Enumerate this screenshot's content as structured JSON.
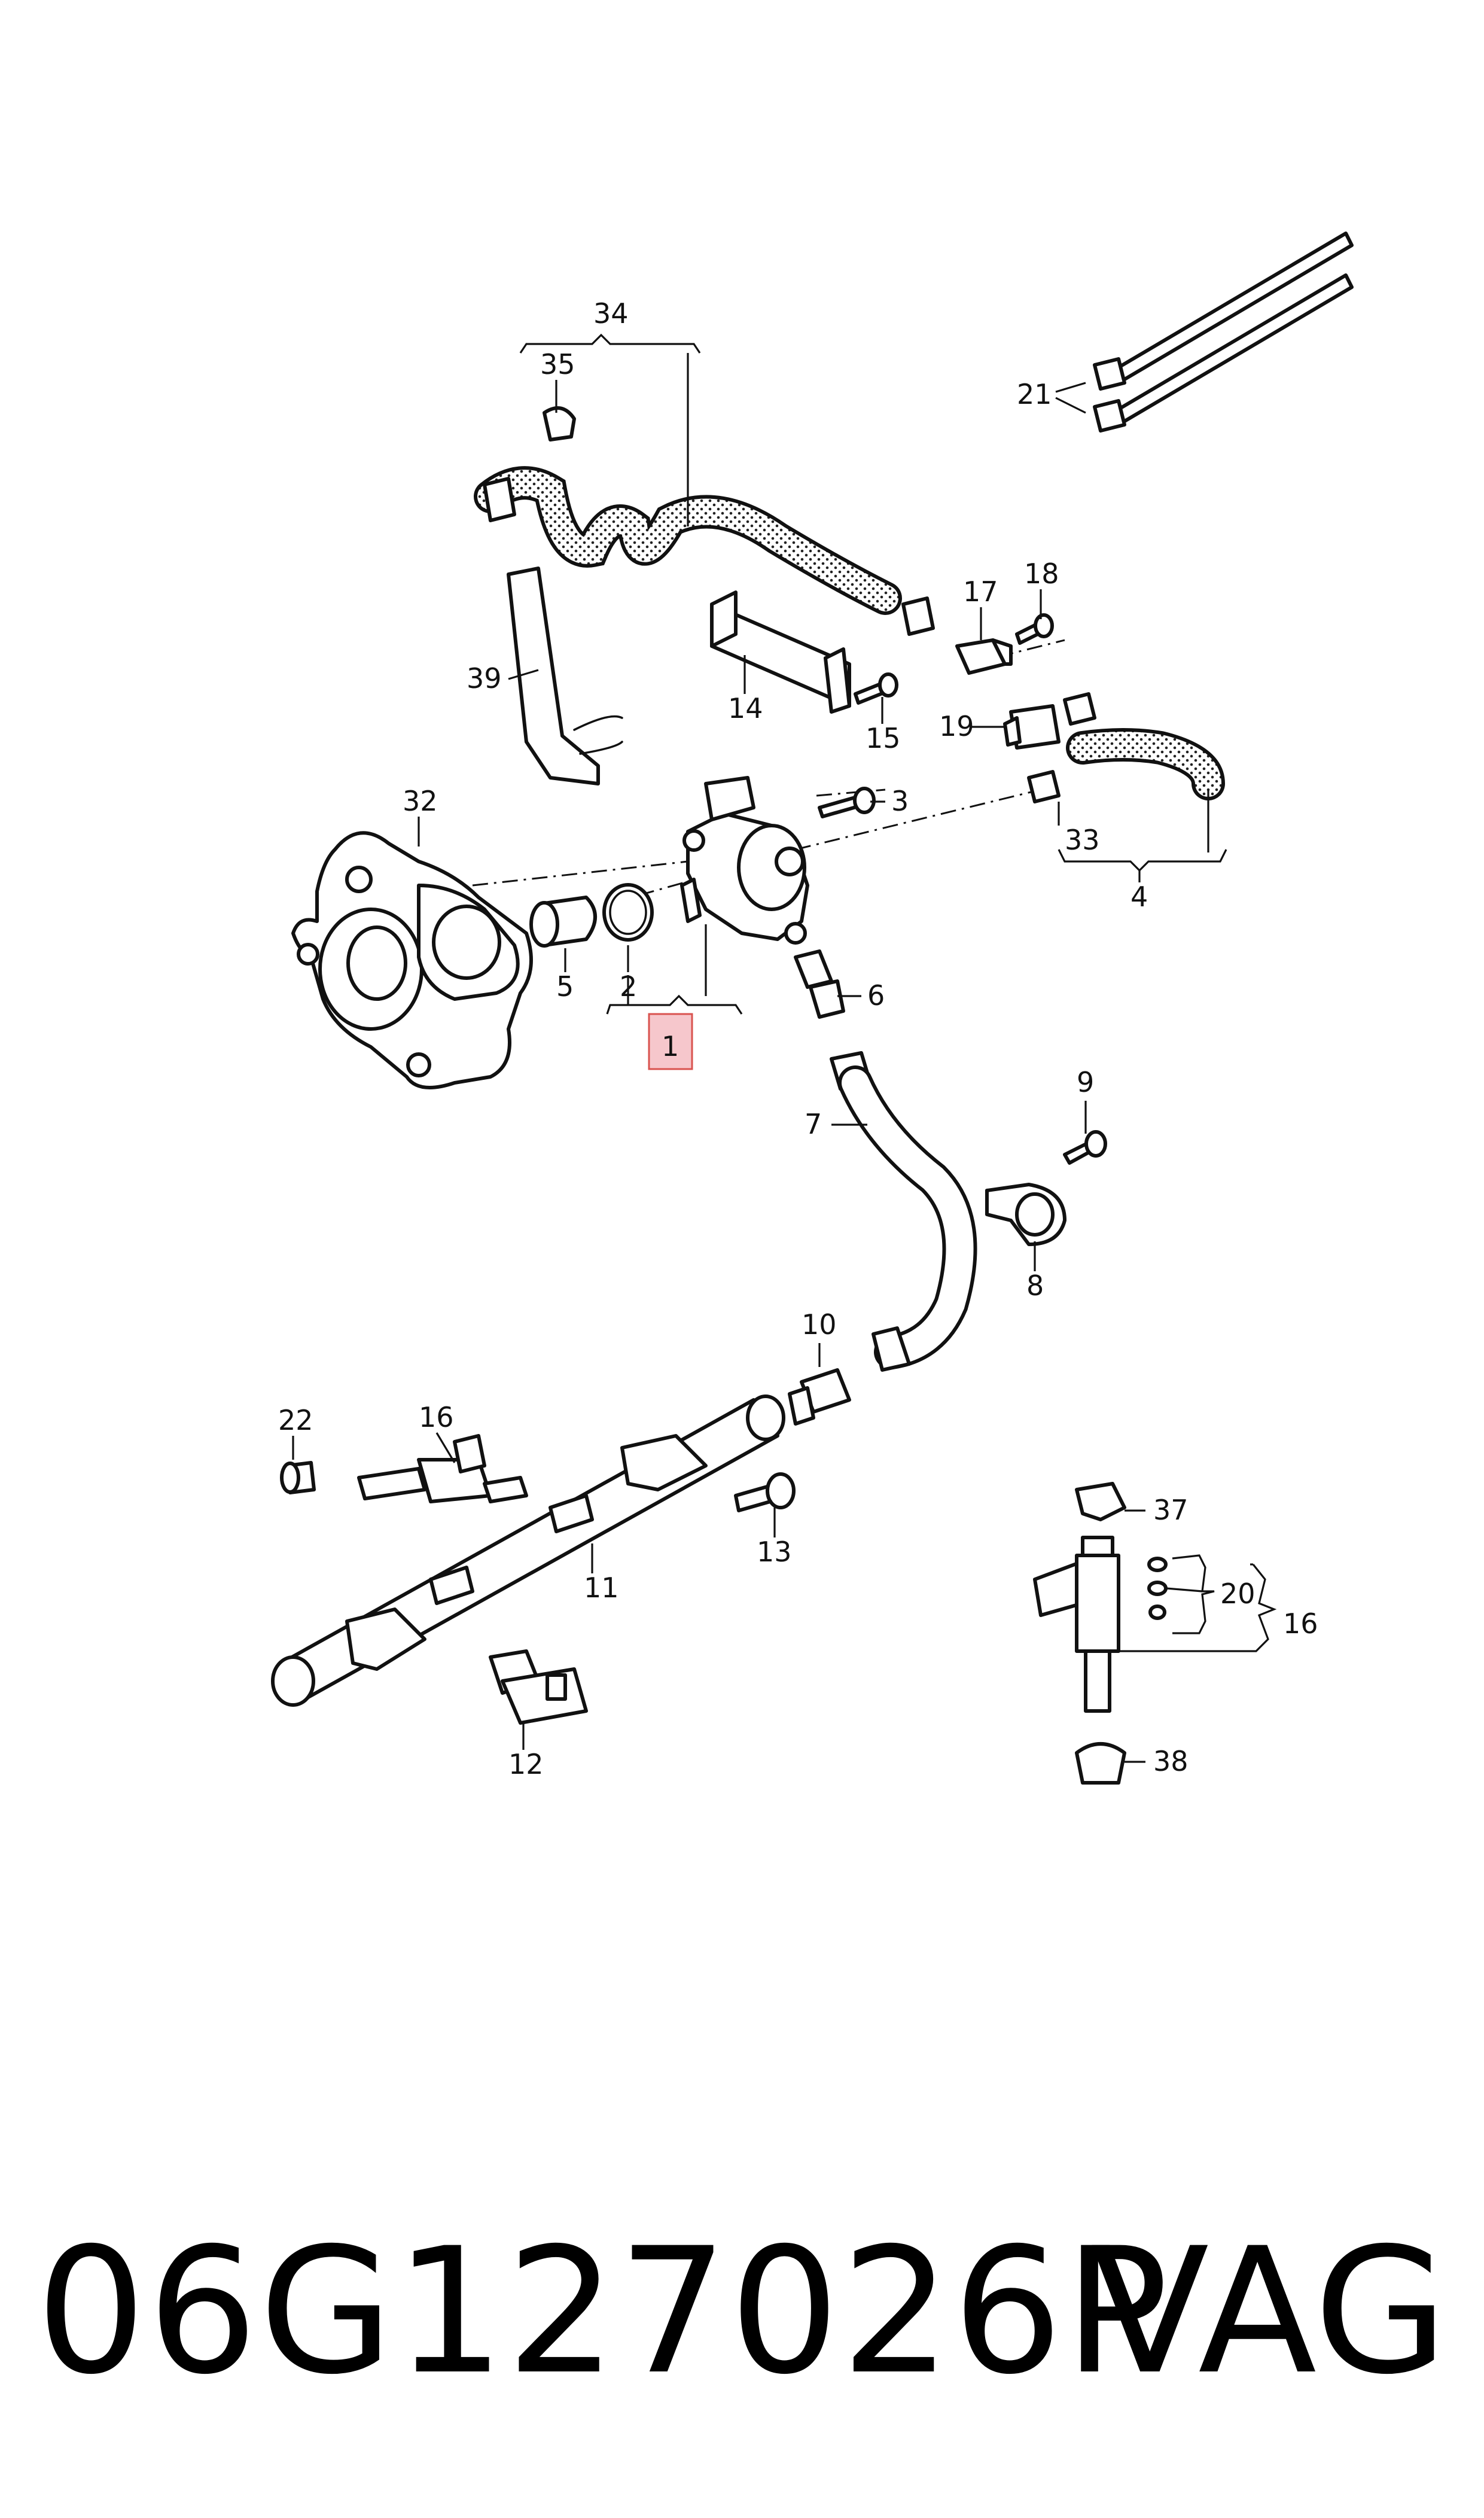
{
  "callouts": {
    "c1": "1",
    "c2": "2",
    "c3": "3",
    "c4": "4",
    "c5": "5",
    "c6": "6",
    "c7": "7",
    "c8": "8",
    "c9": "9",
    "c10": "10",
    "c11": "11",
    "c12": "12",
    "c13": "13",
    "c14": "14",
    "c15": "15",
    "c16a": "16",
    "c16b": "16",
    "c17": "17",
    "c18": "18",
    "c19": "19",
    "c20": "20",
    "c21": "21",
    "c22": "22",
    "c32": "32",
    "c33": "33",
    "c34": "34",
    "c35": "35",
    "c37": "37",
    "c38": "38",
    "c39": "39"
  },
  "highlight": {
    "part": "1",
    "color": "#f6c7cc",
    "border": "#d9534f"
  },
  "footer": {
    "part_number": "06G127026P",
    "brand": "VAG"
  }
}
